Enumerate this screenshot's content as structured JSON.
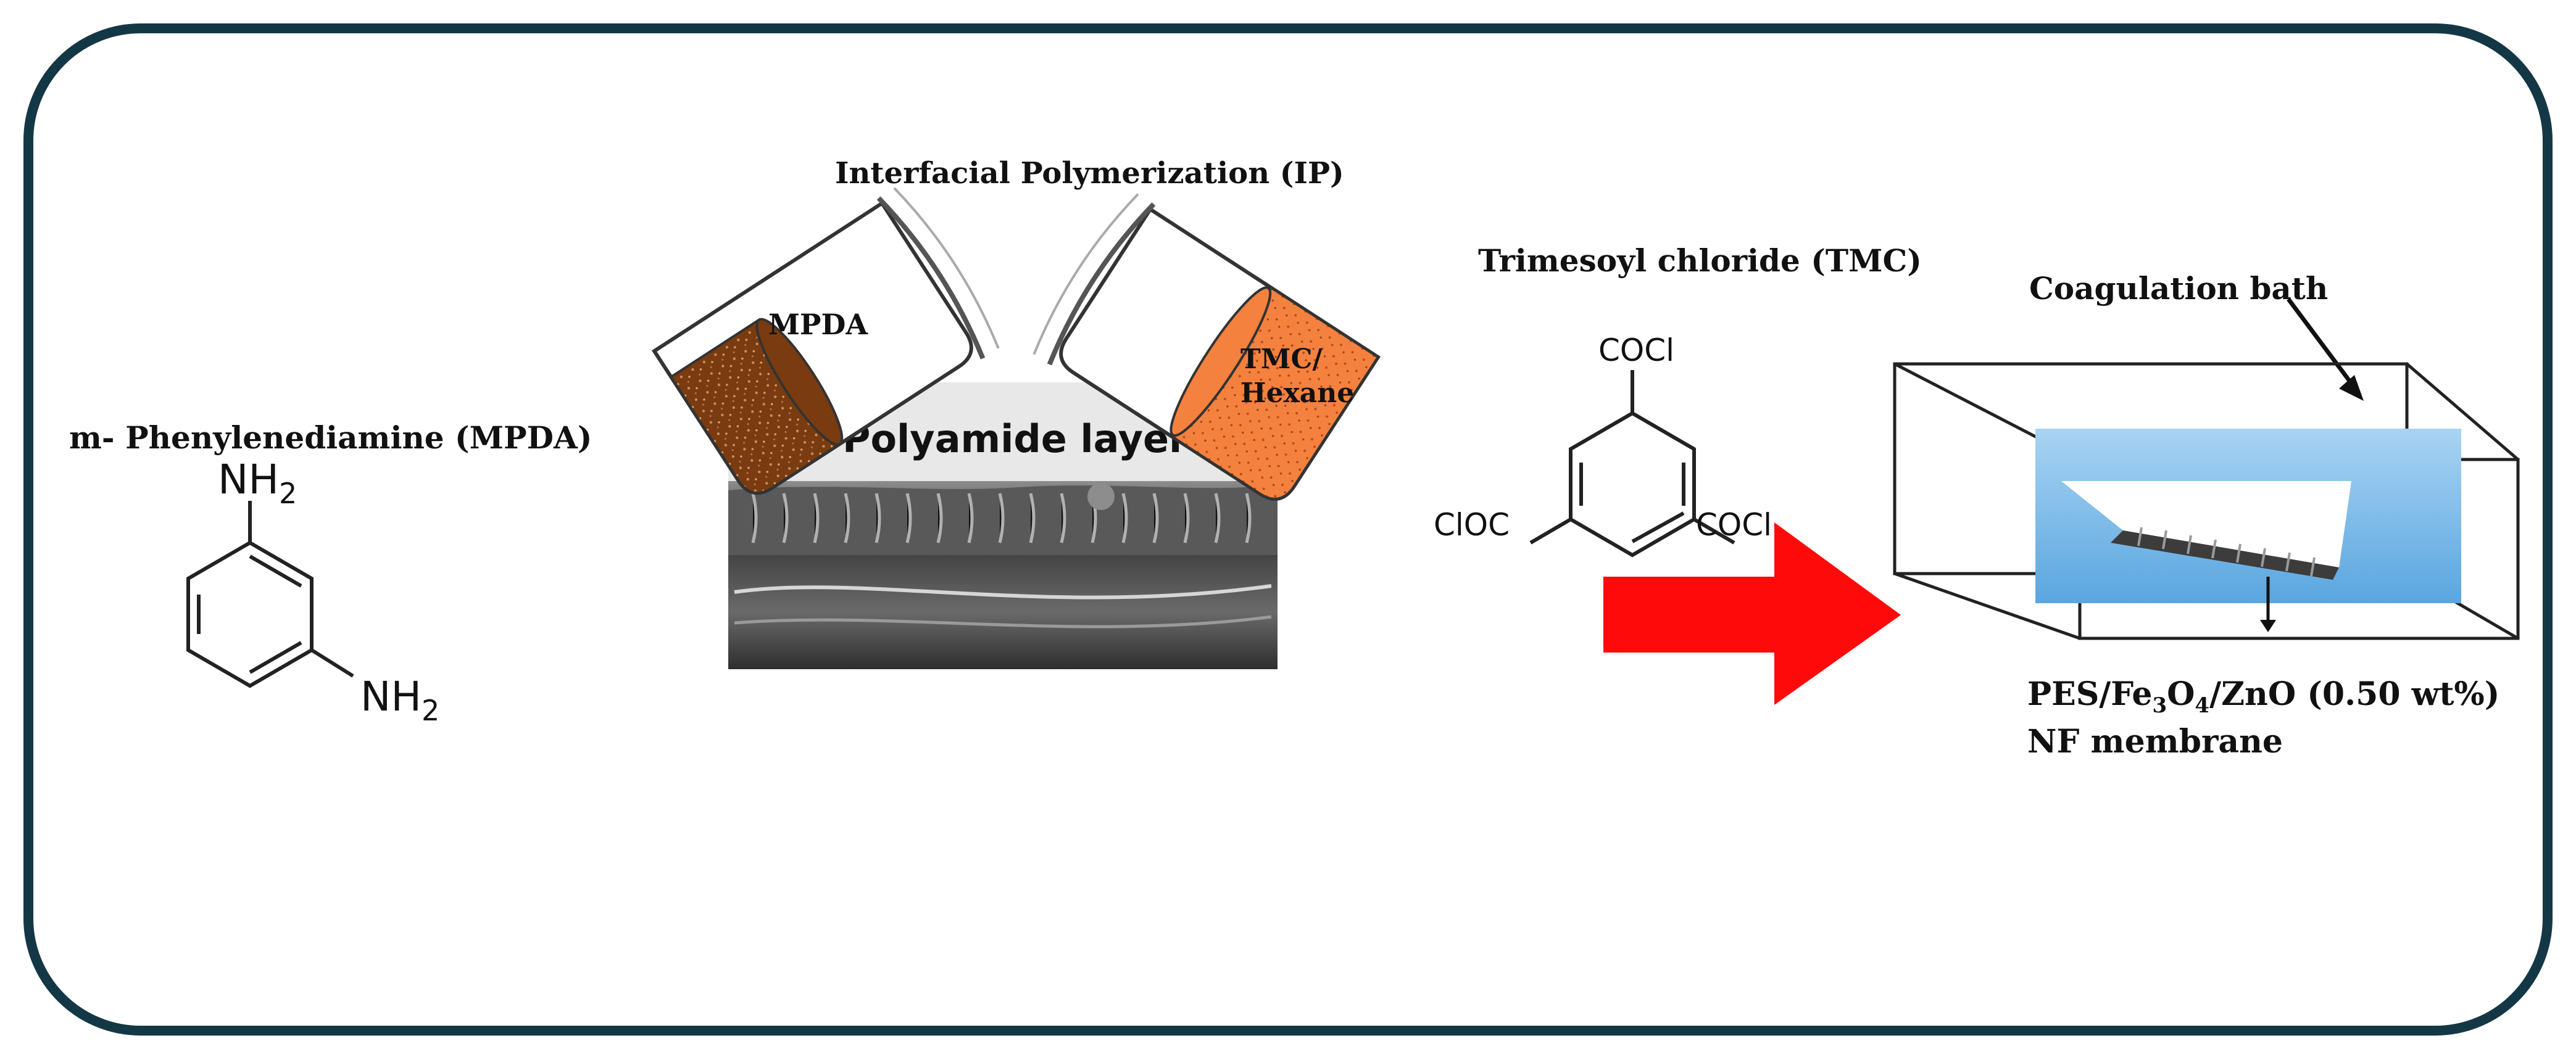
{
  "labels": {
    "mpda_name": "m- Phenylenediamine (MPDA)",
    "ip_title": "Interfacial Polymerization (IP)",
    "beaker_left": "MPDA",
    "beaker_right_line1": "TMC/",
    "beaker_right_line2": "Hexane",
    "polyamide_layer": "Polyamide layer",
    "tmc_name": "Trimesoyl chloride (TMC)",
    "coagulation_bath": "Coagulation bath",
    "membrane_pre": "PES/Fe",
    "membrane_sub1": "3",
    "membrane_o": "O",
    "membrane_sub2": "4",
    "membrane_post": "/ZnO (0.50 wt%)",
    "membrane_line2": "NF membrane"
  },
  "mpda_groups": {
    "top_nh": "NH",
    "top_sub": "2",
    "bottom_nh": "NH",
    "bottom_sub": "2"
  },
  "tmc_groups": {
    "top": "COCl",
    "left": "ClOC",
    "right": "COCl"
  },
  "colors": {
    "frame": "#143746",
    "mpda_solution": "#7a3b10",
    "tmc_solution": "#f5813f",
    "arrow": "#ff0a0a",
    "bath_water": "#6ab0e3"
  }
}
